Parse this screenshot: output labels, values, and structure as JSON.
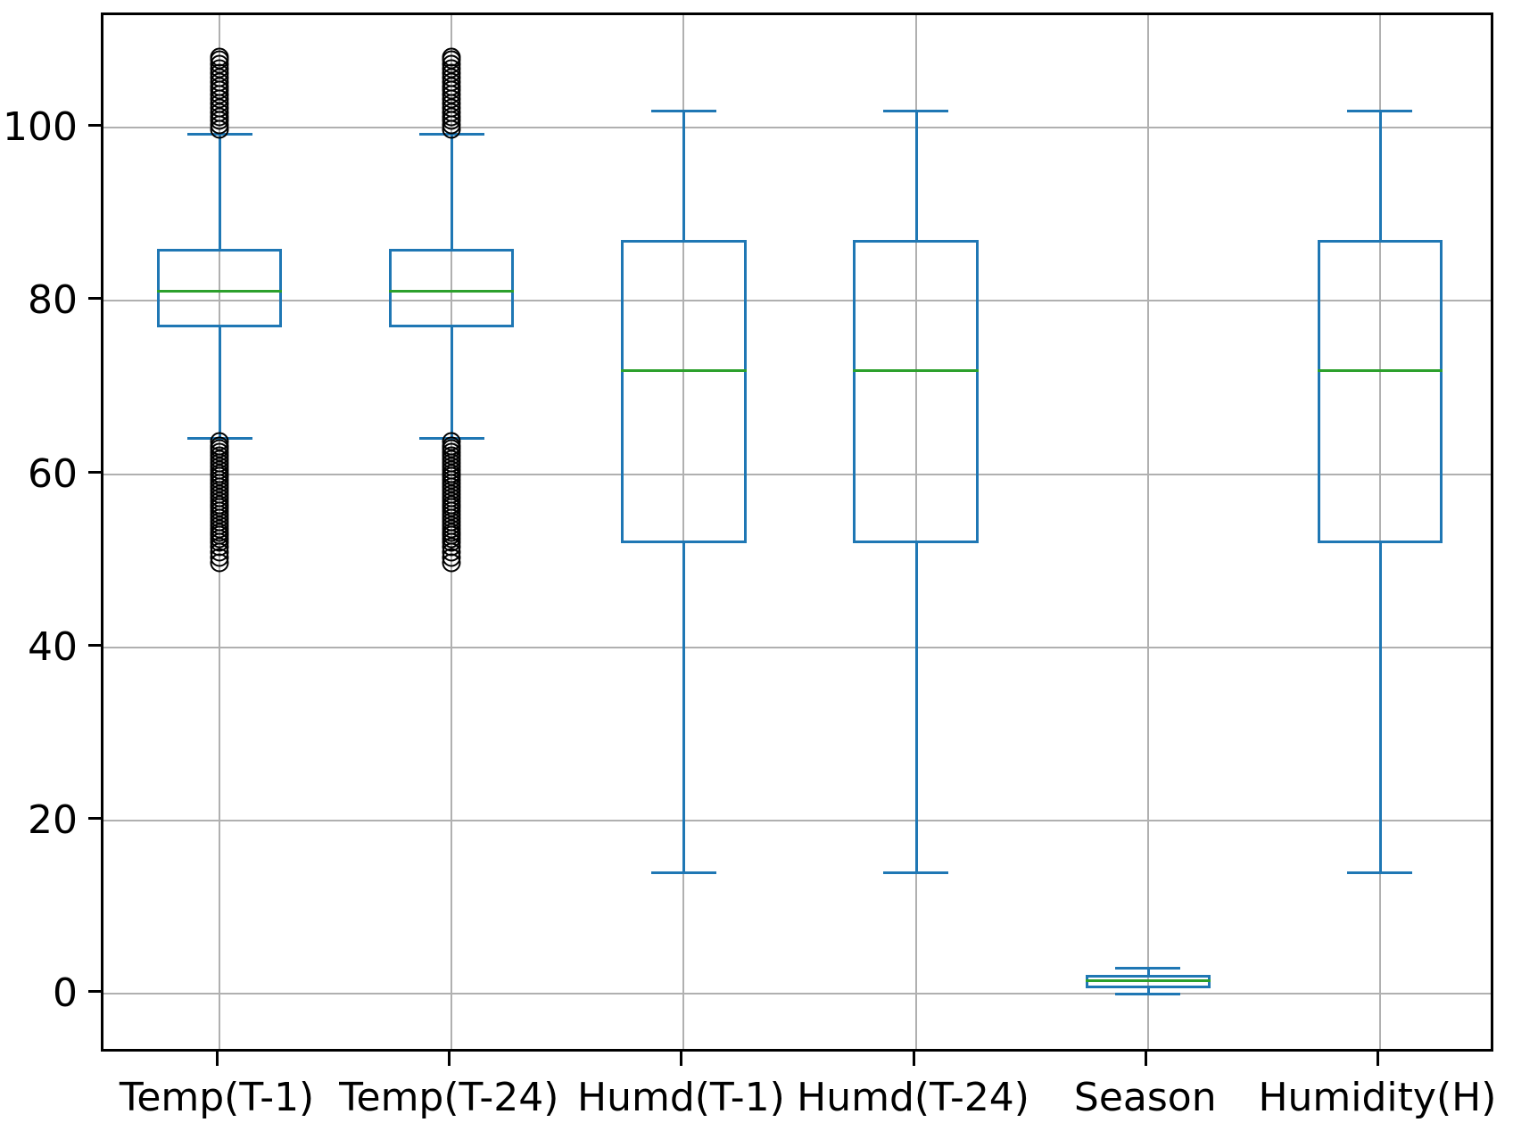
{
  "chart_data": {
    "type": "box",
    "title": "",
    "xlabel": "",
    "ylabel": "",
    "ylim": [
      -7,
      113
    ],
    "xlim": [
      0.5,
      6.5
    ],
    "grid": true,
    "legend": null,
    "yticks": [
      0,
      20,
      40,
      60,
      80,
      100
    ],
    "ytick_labels": [
      "0",
      "20",
      "40",
      "60",
      "80",
      "100"
    ],
    "categories": [
      "Temp(T-1)",
      "Temp(T-24)",
      "Humd(T-1)",
      "Humd(T-24)",
      "Season",
      "Humidity(H)"
    ],
    "colors": {
      "box": "#1f77b4",
      "whisker": "#1f77b4",
      "cap": "#1f77b4",
      "median": "#2ca02c",
      "flier_edge": "#000000",
      "grid": "#b0b0b0",
      "axes": "#000000",
      "background": "#ffffff"
    },
    "boxes": [
      {
        "label": "Temp(T-1)",
        "q1": 77.0,
        "median": 81.2,
        "q3": 86.0,
        "whisker_low": 64.2,
        "whisker_high": 99.3,
        "outliers_low": [
          63.8,
          63.3,
          62.9,
          62.5,
          62.1,
          61.7,
          61.3,
          60.9,
          60.5,
          60.1,
          59.7,
          59.3,
          58.9,
          58.5,
          58.1,
          57.7,
          57.3,
          56.9,
          56.5,
          56.1,
          55.7,
          55.3,
          54.9,
          54.5,
          54.1,
          53.7,
          53.3,
          52.9,
          52.5,
          52.1,
          51.6,
          51.0,
          50.4,
          49.8
        ],
        "outliers_high": [
          99.8,
          100.3,
          100.8,
          101.3,
          101.8,
          102.3,
          102.8,
          103.3,
          103.8,
          104.3,
          104.8,
          105.3,
          105.8,
          106.3,
          106.8,
          107.3,
          107.8,
          108.2
        ]
      },
      {
        "label": "Temp(T-24)",
        "q1": 77.0,
        "median": 81.2,
        "q3": 86.0,
        "whisker_low": 64.2,
        "whisker_high": 99.3,
        "outliers_low": [
          63.8,
          63.3,
          62.9,
          62.5,
          62.1,
          61.7,
          61.3,
          60.9,
          60.5,
          60.1,
          59.7,
          59.3,
          58.9,
          58.5,
          58.1,
          57.7,
          57.3,
          56.9,
          56.5,
          56.1,
          55.7,
          55.3,
          54.9,
          54.5,
          54.1,
          53.7,
          53.3,
          52.9,
          52.5,
          52.1,
          51.6,
          51.0,
          50.4,
          49.8
        ],
        "outliers_high": [
          99.8,
          100.3,
          100.8,
          101.3,
          101.8,
          102.3,
          102.8,
          103.3,
          103.8,
          104.3,
          104.8,
          105.3,
          105.8,
          106.3,
          106.8,
          107.3,
          107.8,
          108.2
        ]
      },
      {
        "label": "Humd(T-1)",
        "q1": 52.0,
        "median": 72.0,
        "q3": 87.0,
        "whisker_low": 14.0,
        "whisker_high": 102.0,
        "outliers_low": [],
        "outliers_high": []
      },
      {
        "label": "Humd(T-24)",
        "q1": 52.0,
        "median": 72.0,
        "q3": 87.0,
        "whisker_low": 14.0,
        "whisker_high": 102.0,
        "outliers_low": [],
        "outliers_high": []
      },
      {
        "label": "Season",
        "q1": 0.6,
        "median": 1.5,
        "q3": 2.2,
        "whisker_low": 0.0,
        "whisker_high": 3.0,
        "outliers_low": [],
        "outliers_high": []
      },
      {
        "label": "Humidity(H)",
        "q1": 52.0,
        "median": 72.0,
        "q3": 87.0,
        "whisker_low": 14.0,
        "whisker_high": 102.0,
        "outliers_low": [],
        "outliers_high": []
      }
    ]
  }
}
